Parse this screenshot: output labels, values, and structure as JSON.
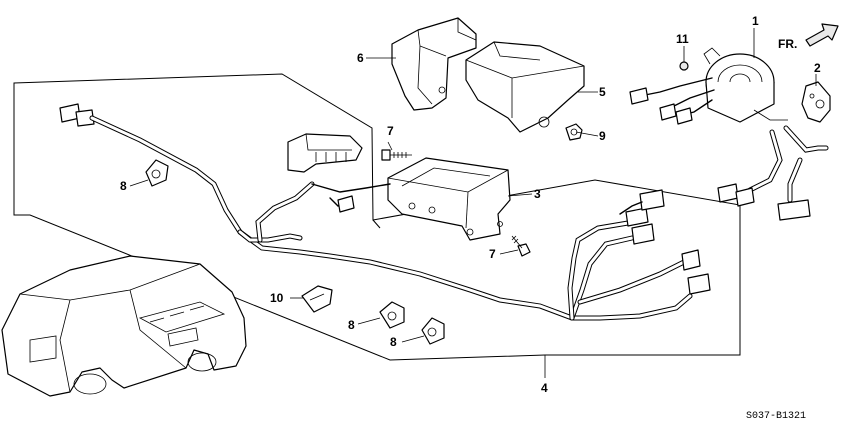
{
  "diagram": {
    "callouts": {
      "c1": "1",
      "c2": "2",
      "c3": "3",
      "c4": "4",
      "c5": "5",
      "c6": "6",
      "c7a": "7",
      "c7b": "7",
      "c8a": "8",
      "c8b": "8",
      "c8c": "8",
      "c9": "9",
      "c10": "10",
      "c11": "11"
    },
    "direction_label": "FR.",
    "diagram_code": "S037-B1321"
  }
}
